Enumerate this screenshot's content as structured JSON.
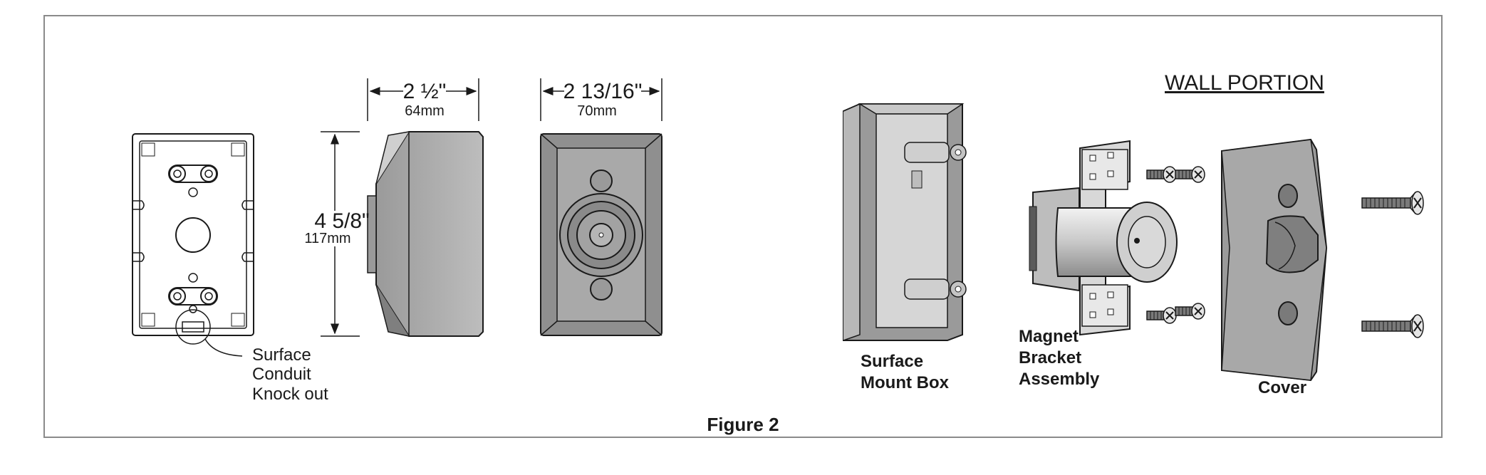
{
  "dimensions": {
    "width_in": "2 ½\"",
    "width_mm": "64mm",
    "height_in": "4 5/8\"",
    "height_mm": "117mm",
    "face_in": "2 13/16\"",
    "face_mm": "70mm"
  },
  "labels": {
    "knockout": [
      "Surface",
      "Conduit",
      "Knock out"
    ],
    "wall_portion": "WALL PORTION",
    "surface_mount_box": [
      "Surface",
      "Mount Box"
    ],
    "magnet_bracket": [
      "Magnet",
      "Bracket",
      "Assembly"
    ],
    "cover": "Cover"
  },
  "caption": "Figure 2",
  "colors": {
    "frame": "#8a8a8a",
    "fill_light": "#d9d9d9",
    "fill_mid": "#b3b3b3",
    "fill_dark": "#8c8c8c",
    "line": "#1a1a1a"
  }
}
